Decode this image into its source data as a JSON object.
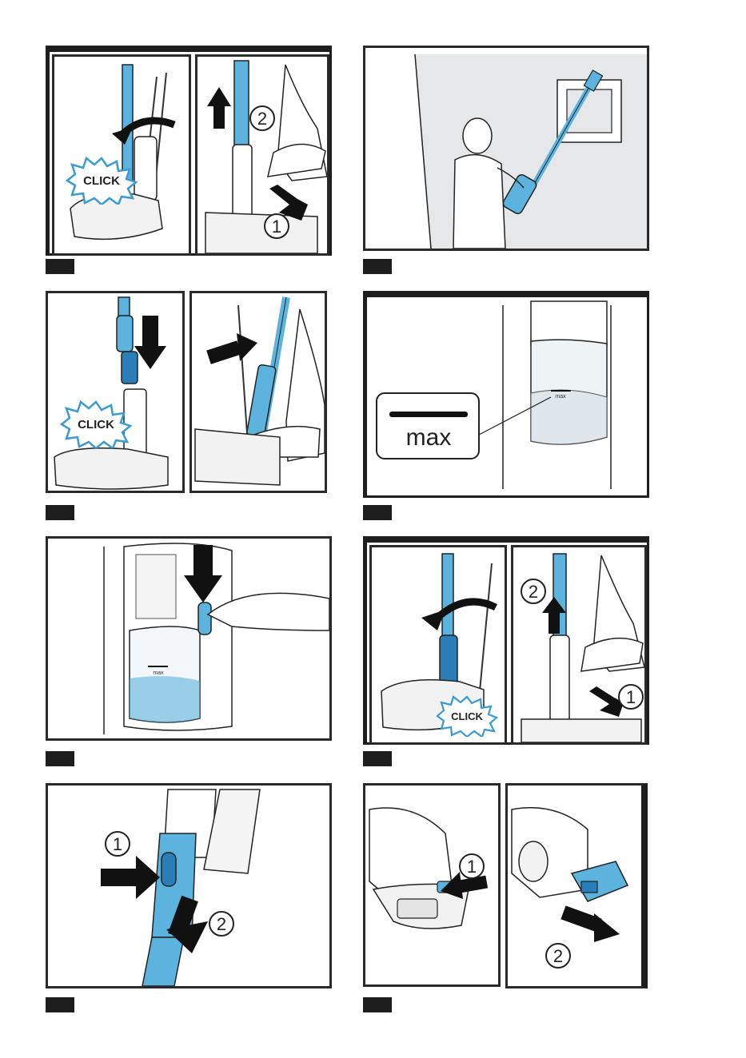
{
  "labels": {
    "click": "CLICK",
    "max": "max",
    "num1": "1",
    "num2": "2"
  },
  "colors": {
    "accent_blue": "#5bb3de",
    "dark_blue": "#2a7fb8",
    "arrow_black": "#111111",
    "frame": "#2a2a2a",
    "wall_grey": "#e6e7e9"
  },
  "icons": [
    "click-burst-icon",
    "push-arrow-icon",
    "rotate-arrow-icon",
    "step-number-circle-icon"
  ]
}
